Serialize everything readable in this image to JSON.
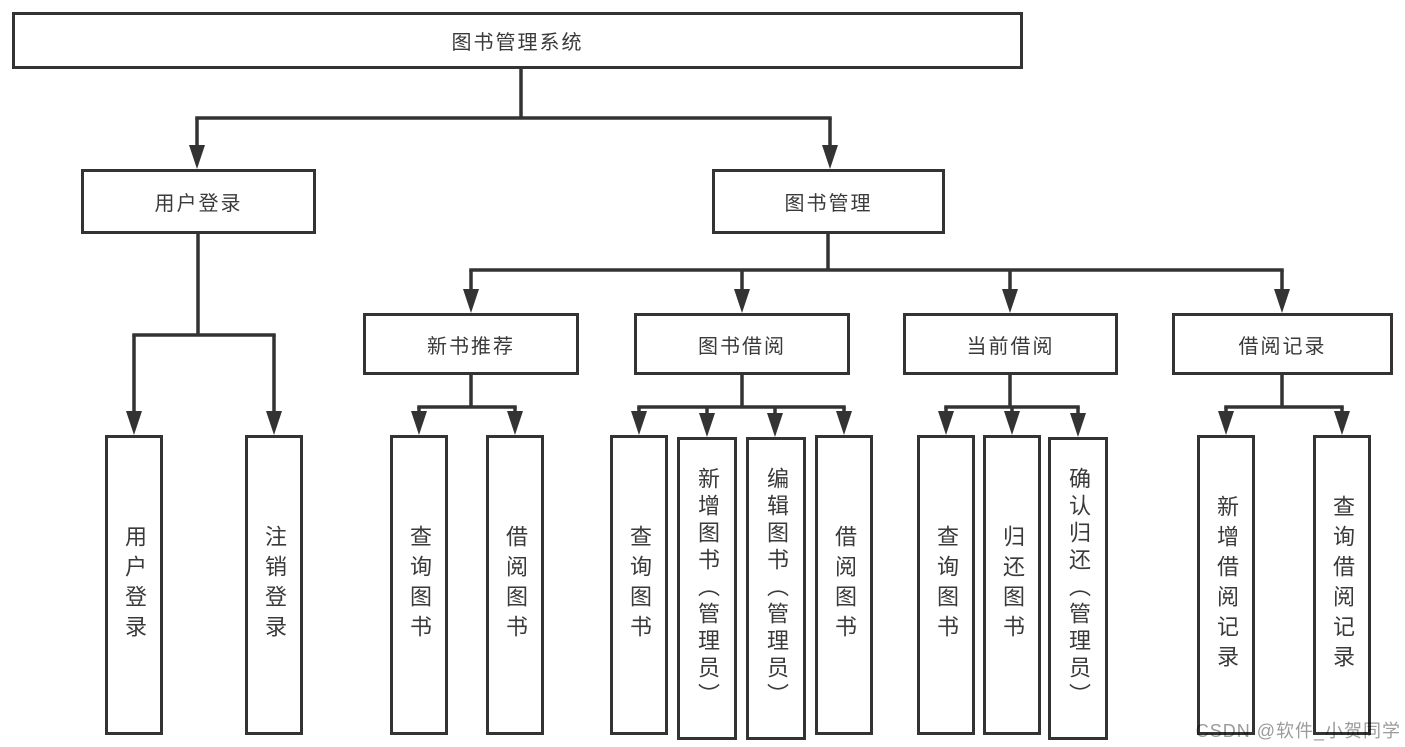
{
  "diagram": {
    "root": {
      "label": "图书管理系统"
    },
    "level2": [
      {
        "label": "用户登录"
      },
      {
        "label": "图书管理"
      }
    ],
    "level3": [
      {
        "label": "新书推荐",
        "parent": "图书管理"
      },
      {
        "label": "图书借阅",
        "parent": "图书管理"
      },
      {
        "label": "当前借阅",
        "parent": "图书管理"
      },
      {
        "label": "借阅记录",
        "parent": "图书管理"
      }
    ],
    "leaves": [
      {
        "label": "用户登录",
        "parent": "用户登录"
      },
      {
        "label": "注销登录",
        "parent": "用户登录"
      },
      {
        "label": "查询图书",
        "parent": "新书推荐"
      },
      {
        "label": "借阅图书",
        "parent": "新书推荐"
      },
      {
        "label": "查询图书",
        "parent": "图书借阅"
      },
      {
        "label": "新增图书（管理员）",
        "parent": "图书借阅"
      },
      {
        "label": "编辑图书（管理员）",
        "parent": "图书借阅"
      },
      {
        "label": "借阅图书",
        "parent": "图书借阅"
      },
      {
        "label": "查询图书",
        "parent": "当前借阅"
      },
      {
        "label": "归还图书",
        "parent": "当前借阅"
      },
      {
        "label": "确认归还（管理员）",
        "parent": "当前借阅"
      },
      {
        "label": "新增借阅记录",
        "parent": "借阅记录"
      },
      {
        "label": "查询借阅记录",
        "parent": "借阅记录"
      }
    ],
    "colors": {
      "line": "#333333",
      "box_border": "#333333",
      "box_fill": "#ffffff",
      "text": "#3a3a3a",
      "watermark": "#9b9b9b"
    },
    "watermark": "CSDN @软件_小贺同学"
  }
}
